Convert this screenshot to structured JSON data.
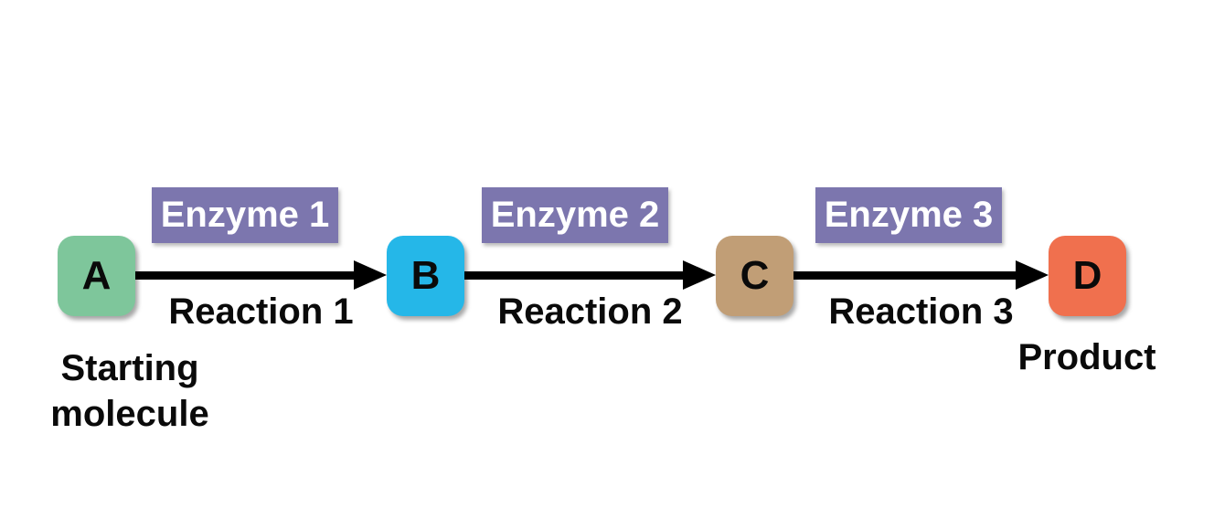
{
  "diagram": {
    "nodes": [
      {
        "letter": "A",
        "caption": "Starting molecule",
        "color": "#7ec69b"
      },
      {
        "letter": "B",
        "caption": "",
        "color": "#25b7e8"
      },
      {
        "letter": "C",
        "caption": "",
        "color": "#c19e76"
      },
      {
        "letter": "D",
        "caption": "Product",
        "color": "#f0704e"
      }
    ],
    "steps": [
      {
        "enzyme_label": "Enzyme 1",
        "reaction_label": "Reaction 1"
      },
      {
        "enzyme_label": "Enzyme 2",
        "reaction_label": "Reaction 2"
      },
      {
        "enzyme_label": "Enzyme 3",
        "reaction_label": "Reaction 3"
      }
    ],
    "colors": {
      "enzyme_label_bg": "#7c76ae",
      "enzyme_label_text": "#ffffff",
      "arrow": "#000000",
      "text": "#0a0a0a",
      "background": "#ffffff"
    }
  }
}
